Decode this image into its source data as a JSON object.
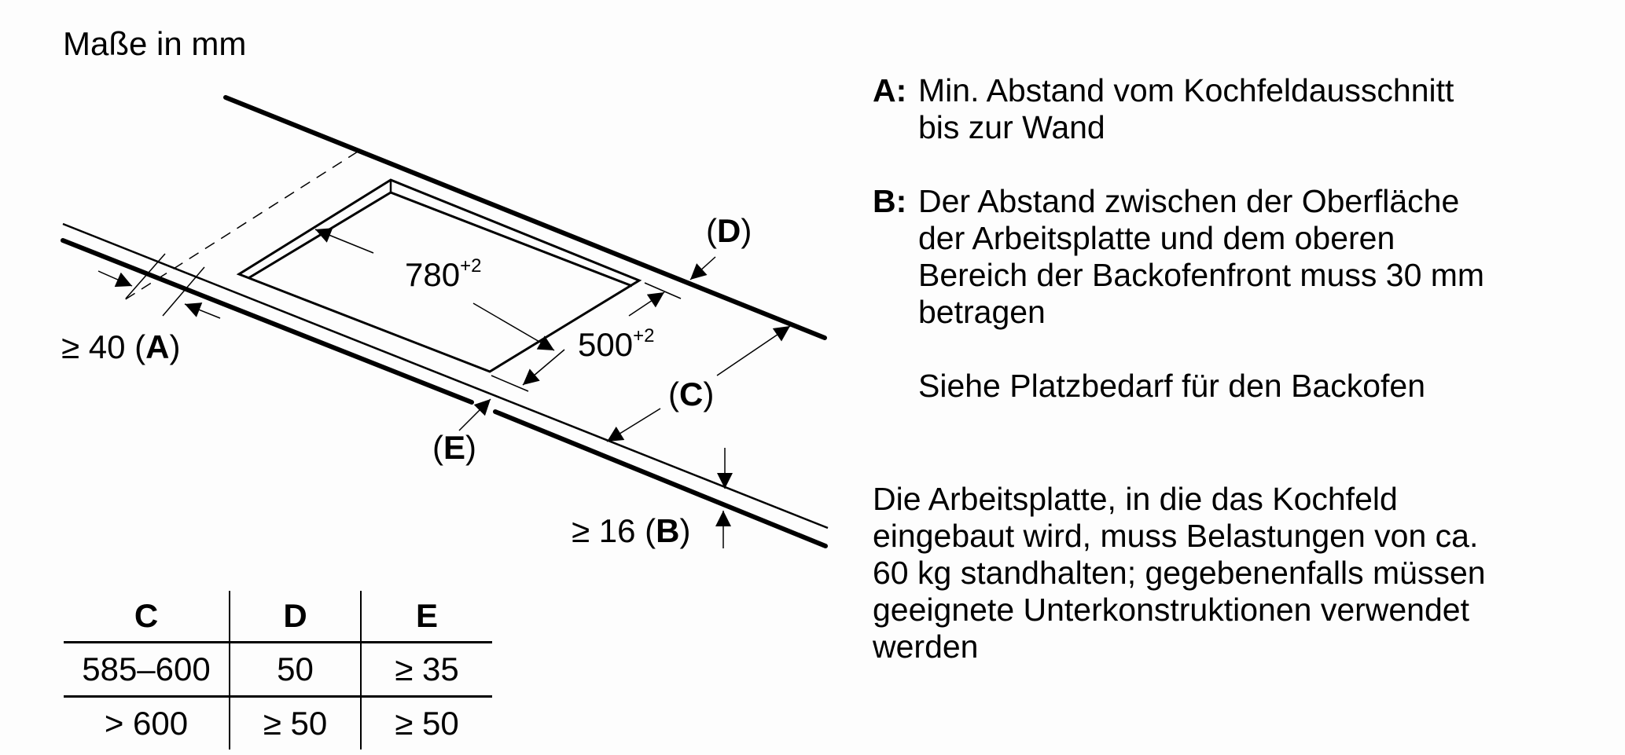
{
  "title": "Maße in mm",
  "drawing": {
    "labels": {
      "cutout_length": "780",
      "cutout_length_tol": "+2",
      "cutout_depth": "500",
      "cutout_depth_tol": "+2",
      "a_prefix": "≥ 40 (",
      "a_key": "A",
      "b_prefix": "≥ 16 (",
      "b_key": "B",
      "c_key": "C",
      "d_key": "D",
      "e_key": "E",
      "paren_open": "(",
      "paren_close": ")"
    }
  },
  "legend": {
    "entries": [
      {
        "key": "A:",
        "lines": [
          "Min. Abstand vom Kochfeldausschnitt",
          "bis zur Wand"
        ]
      },
      {
        "key": "B:",
        "lines": [
          "Der Abstand zwischen der Oberfläche",
          "der Arbeitsplatte und dem oberen",
          "Bereich der Backofenfront muss 30 mm",
          "betragen"
        ]
      }
    ],
    "see_also": "Siehe Platzbedarf für den Backofen"
  },
  "note": {
    "lines": [
      "Die Arbeitsplatte, in die das Kochfeld",
      "eingebaut wird, muss Belastungen von ca.",
      "60 kg standhalten; gegebenenfalls müssen",
      "geeignete Unterkonstruktionen verwendet",
      "werden"
    ]
  },
  "table": {
    "headers": [
      "C",
      "D",
      "E"
    ],
    "rows": [
      [
        "585–600",
        "50",
        "≥ 35"
      ],
      [
        "> 600",
        "≥ 50",
        "≥ 50"
      ]
    ]
  }
}
